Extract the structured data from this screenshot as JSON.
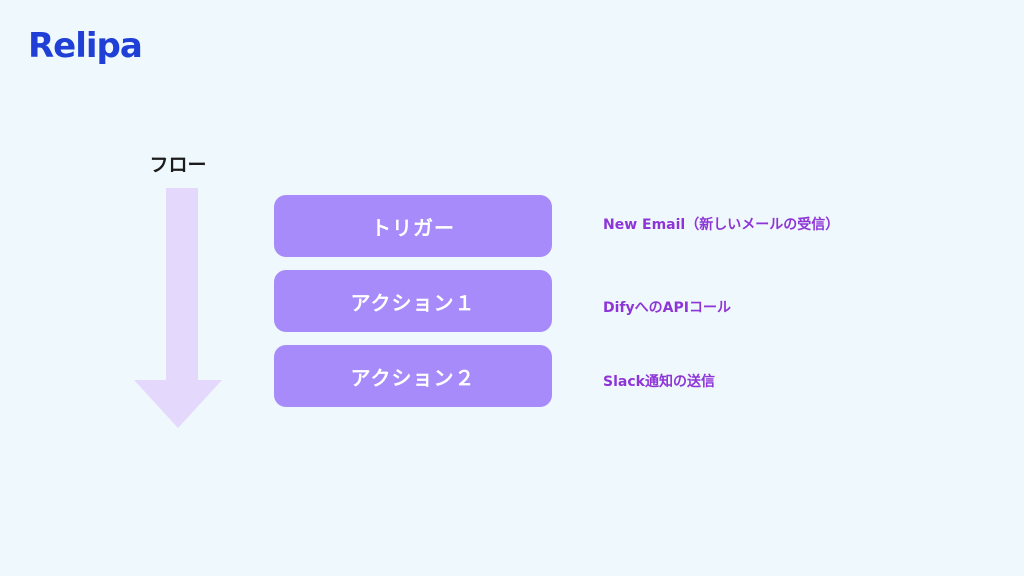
{
  "brand": {
    "logo_text": "Relipa",
    "color": "#1f3fd6"
  },
  "flow": {
    "label": "フロー",
    "arrow_color": "#e4d9fc"
  },
  "steps": [
    {
      "label": "トリガー",
      "description": "New Email（新しいメールの受信）"
    },
    {
      "label": "アクション１",
      "description": "DifyへのAPIコール"
    },
    {
      "label": "アクション２",
      "description": "Slack通知の送信"
    }
  ],
  "colors": {
    "background": "#eff8fc",
    "step_fill": "#a78bfa",
    "step_text": "#ffffff",
    "description_text": "#8e35d8"
  }
}
